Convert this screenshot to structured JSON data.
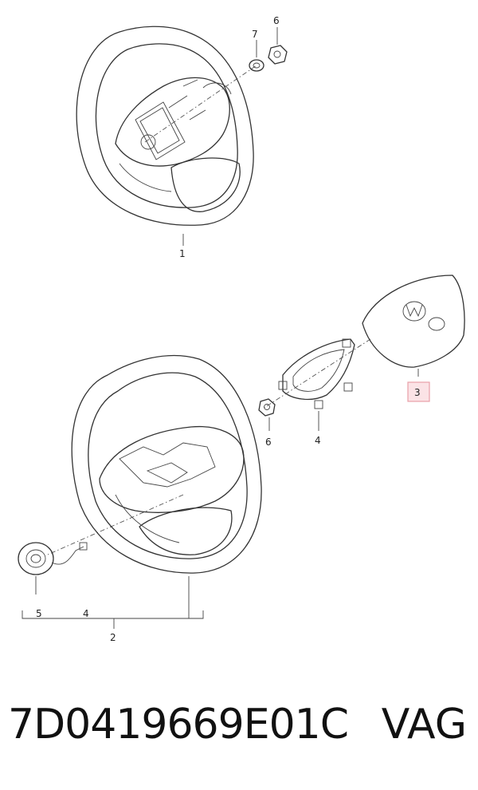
{
  "diagram": {
    "callouts": {
      "c1": "1",
      "c2": "2",
      "c3": "3",
      "c4a": "4",
      "c4b": "4",
      "c5": "5",
      "c6a": "6",
      "c6b": "6",
      "c7": "7"
    },
    "highlight_color": "#e8a0a8"
  },
  "footer": {
    "part_number": "7D0419669E01C",
    "brand": "VAG"
  }
}
